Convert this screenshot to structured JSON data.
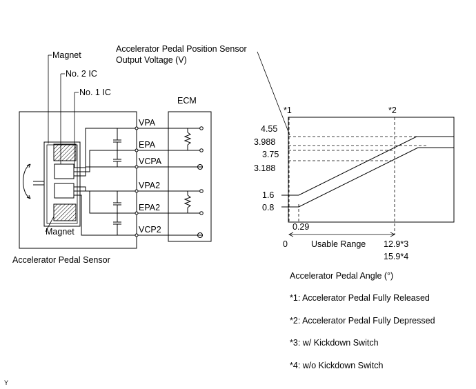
{
  "sensor": {
    "magnet_top": "Magnet",
    "ic2": "No. 2 IC",
    "ic1": "No. 1 IC",
    "magnet_bottom": "Magnet",
    "caption": "Accelerator Pedal Sensor"
  },
  "ecm": {
    "label": "ECM"
  },
  "terminals": [
    "VPA",
    "EPA",
    "VCPA",
    "VPA2",
    "EPA2",
    "VCP2"
  ],
  "graph": {
    "title_line1": "Accelerator Pedal Position Sensor",
    "title_line2": "Output Voltage (V)",
    "marker1": "*1",
    "marker2": "*2",
    "y_ticks": [
      "4.55",
      "3.988",
      "3.75",
      "3.188",
      "1.6",
      "0.8"
    ],
    "x_zero": "0",
    "x_offset": "0.29",
    "x_range_label": "Usable Range",
    "x_end_1": "12.9*3",
    "x_end_2": "15.9*4"
  },
  "notes": {
    "axis_label": "Accelerator Pedal Angle (°)",
    "note1": "*1: Accelerator Pedal Fully Released",
    "note2": "*2: Accelerator Pedal Fully Depressed",
    "note3": "*3: w/ Kickdown Switch",
    "note4": "*4: w/o Kickdown Switch"
  },
  "corner": "Y"
}
